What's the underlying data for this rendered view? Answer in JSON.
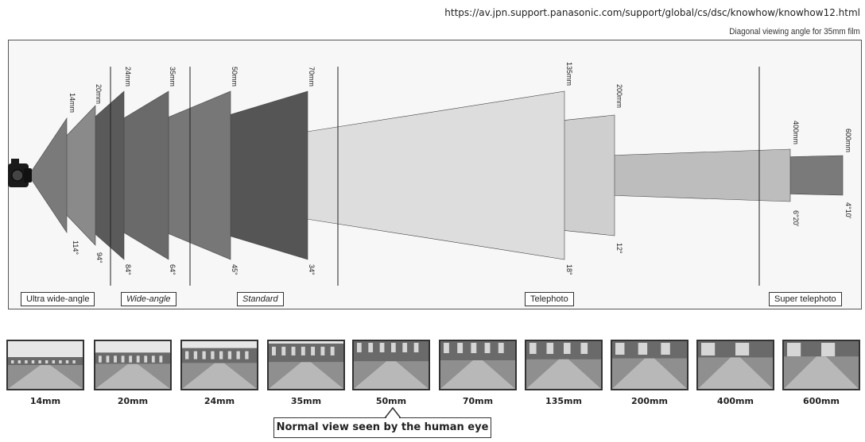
{
  "source_url": "https://av.jpn.support.panasonic.com/support/global/cs/dsc/knowhow/knowhow12.html",
  "subtitle": "Diagonal viewing angle for 35mm film",
  "lenses": [
    {
      "focal": "14mm",
      "angle": "114°"
    },
    {
      "focal": "20mm",
      "angle": "94°"
    },
    {
      "focal": "24mm",
      "angle": "84°"
    },
    {
      "focal": "35mm",
      "angle": "64°"
    },
    {
      "focal": "50mm",
      "angle": "45°"
    },
    {
      "focal": "70mm",
      "angle": "34°"
    },
    {
      "focal": "135mm",
      "angle": "18°"
    },
    {
      "focal": "200mm",
      "angle": "12°"
    },
    {
      "focal": "400mm",
      "angle": "6°20'"
    },
    {
      "focal": "600mm",
      "angle": "4°10'"
    }
  ],
  "categories": [
    "Ultra wide-angle",
    "Wide-angle",
    "Standard",
    "Telephoto",
    "Super telephoto"
  ],
  "thumbnails": [
    "14mm",
    "20mm",
    "24mm",
    "35mm",
    "50mm",
    "70mm",
    "135mm",
    "200mm",
    "400mm",
    "600mm"
  ],
  "callout": "Normal view seen by the human eye",
  "icons": {
    "camera": "camera-icon"
  },
  "colors": {
    "dark": "#4a4a4a",
    "mid": "#6e6e6e",
    "light": "#dcdcdc",
    "frame_bg": "#f7f7f7"
  }
}
